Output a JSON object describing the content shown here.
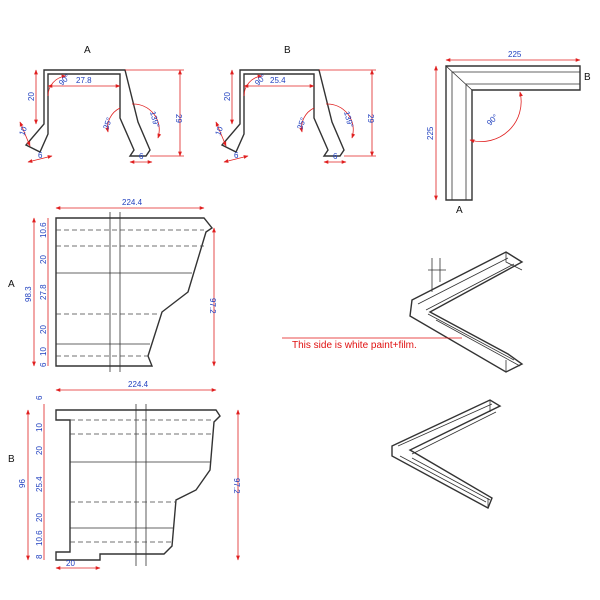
{
  "colors": {
    "dimension": "#e02020",
    "text": "#1f3fbf",
    "note": "#e01010",
    "line": "#333333"
  },
  "profile_a": {
    "title": "A",
    "angle_top": "90°",
    "width": "27.8",
    "height_left": "20",
    "lip": "10",
    "foot": "6",
    "angle_in": "35°",
    "angle_out": "139°",
    "foot_right": "6",
    "height_right": "29"
  },
  "profile_b": {
    "title": "B",
    "angle_top": "90°",
    "width": "25.4",
    "height_left": "20",
    "lip": "10",
    "foot": "6",
    "angle_in": "35°",
    "angle_out": "139°",
    "foot_right": "6",
    "height_right": "29"
  },
  "corner": {
    "width": "225",
    "height": "225",
    "angle": "90°",
    "label_b": "B",
    "label_a": "A"
  },
  "side_a": {
    "label": "A",
    "top_width": "224.4",
    "total": "98.3",
    "right": "97.2",
    "segments": [
      "10.6",
      "20",
      "27.8",
      "20",
      "10",
      "6"
    ]
  },
  "side_b": {
    "label": "B",
    "top_width": "224.4",
    "total": "96",
    "right": "97.2",
    "top": "6",
    "segments": [
      "10",
      "20",
      "25.4",
      "20",
      "10.6"
    ],
    "small": "8",
    "bottom": "20"
  },
  "note": {
    "text": "This side is white paint+film."
  }
}
